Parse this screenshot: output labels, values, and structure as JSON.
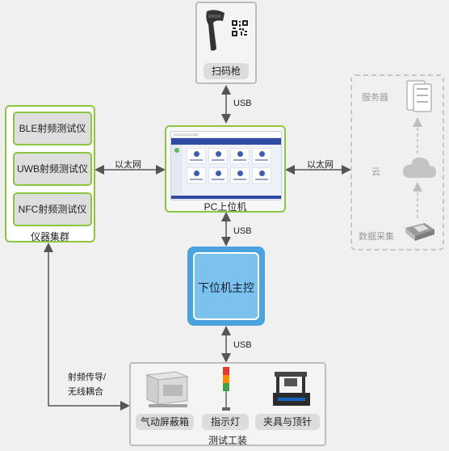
{
  "scanner": {
    "label": "扫码枪"
  },
  "pc": {
    "label": "PC上位机",
    "window_title": "SLEM BLE/UWB"
  },
  "instruments": {
    "items": [
      "BLE射频测试仪",
      "UWB射频测试仪",
      "NFC射频测试仪"
    ],
    "group_label": "仪器集群"
  },
  "controller": {
    "label": "下位机主控"
  },
  "cloud_group": {
    "server": "服务器",
    "cloud": "云",
    "data_collect": "数据采集"
  },
  "fixture": {
    "items": [
      "气动屏蔽箱",
      "指示灯",
      "夹具与顶针"
    ],
    "group_label": "测试工装"
  },
  "links": {
    "usb_top": "USB",
    "usb_mid": "USB",
    "usb_bottom": "USB",
    "eth_left": "以太网",
    "eth_right": "以太网",
    "rf_line1": "射频传导/",
    "rf_line2": "无线耦合"
  },
  "colors": {
    "green": "#8cc63f",
    "blue": "#4aa3df",
    "gray_border": "#bdbdbd"
  }
}
